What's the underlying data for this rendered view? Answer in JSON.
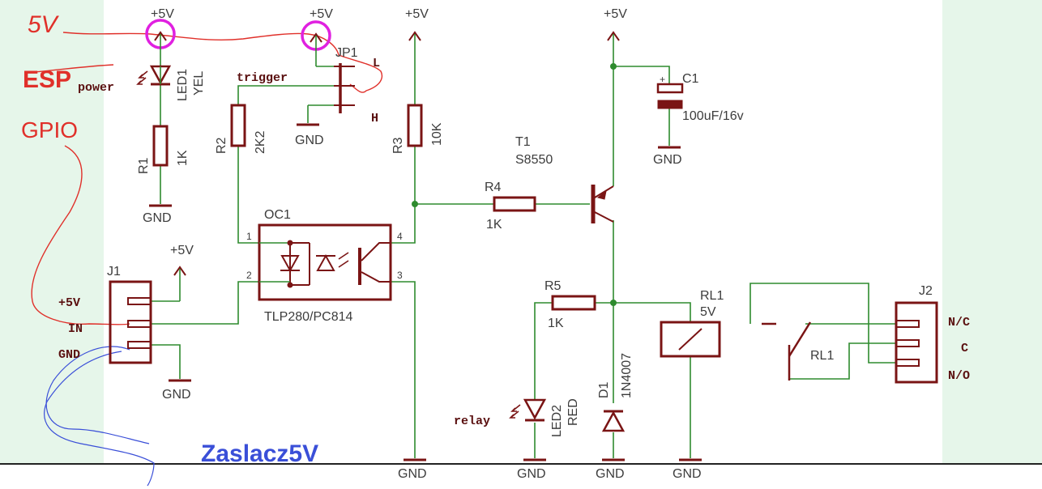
{
  "power_labels": {
    "p5v": "+5V",
    "gnd": "GND"
  },
  "annotations": {
    "five_v": "5V",
    "esp": "ESP",
    "gpio": "GPIO"
  },
  "parts": {
    "led1": {
      "ref": "LED1",
      "value": "YEL",
      "label": "power"
    },
    "r1": {
      "ref": "R1",
      "value": "1K"
    },
    "r2": {
      "ref": "R2",
      "value": "2K2"
    },
    "r3": {
      "ref": "R3",
      "value": "10K"
    },
    "r4": {
      "ref": "R4",
      "value": "1K"
    },
    "r5": {
      "ref": "R5",
      "value": "1K"
    },
    "jp1": {
      "ref": "JP1",
      "net": "trigger",
      "h": "H",
      "l": "L"
    },
    "oc1": {
      "ref": "OC1",
      "value": "TLP280/PC814",
      "pins": [
        "1",
        "2",
        "3",
        "4"
      ]
    },
    "t1": {
      "ref": "T1",
      "value": "S8550"
    },
    "c1": {
      "ref": "C1",
      "value": "100uF/16v"
    },
    "led2": {
      "ref": "LED2",
      "value": "RED",
      "label": "relay"
    },
    "d1": {
      "ref": "D1",
      "value": "1N4007"
    },
    "rl1": {
      "ref": "RL1",
      "value": "5V",
      "contact": "RL1"
    },
    "j1": {
      "ref": "J1",
      "pins": [
        "+5V",
        "IN",
        "GND"
      ]
    },
    "j2": {
      "ref": "J2",
      "pins": [
        "N/C",
        "C",
        "N/O"
      ]
    }
  },
  "title": "Zaslacz5V",
  "colors": {
    "wire": "#2e8b2e",
    "part": "#7a1414",
    "annotation_red": "#e0302a",
    "annotation_blue": "#3a4fd8",
    "highlight": "#e020e0",
    "background": "#e6f6ea"
  }
}
